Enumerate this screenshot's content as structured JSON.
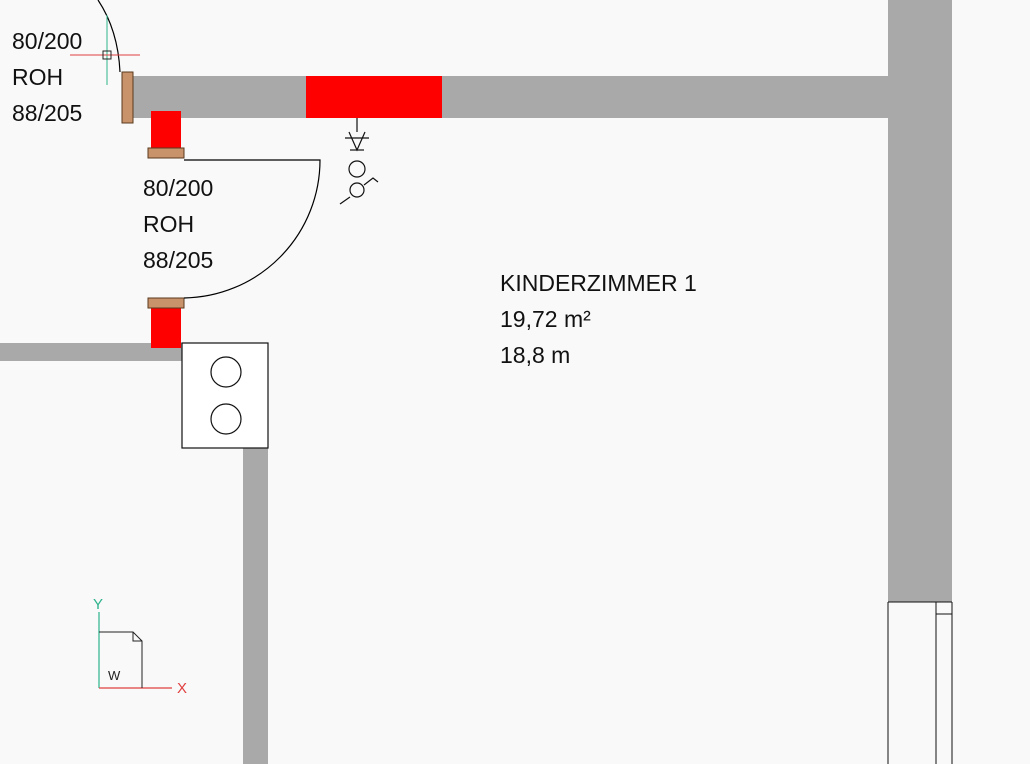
{
  "door_tag_1": {
    "size": "80/200",
    "type": "ROH",
    "rough": "88/205"
  },
  "door_tag_2": {
    "size": "80/200",
    "type": "ROH",
    "rough": "88/205"
  },
  "room": {
    "name": "KINDERZIMMER 1",
    "area": "19,72 m²",
    "perimeter": "18,8 m"
  },
  "ucs_icon": {
    "x_label": "X",
    "y_label": "Y",
    "w_label": "W"
  },
  "colors": {
    "wall": "#a9a9a9",
    "opening": "#ff0000",
    "frame": "#c8926a",
    "background": "#f9f9f9",
    "linework": "#000000",
    "ucs_y": "#2db38c",
    "ucs_x": "#e04040"
  }
}
